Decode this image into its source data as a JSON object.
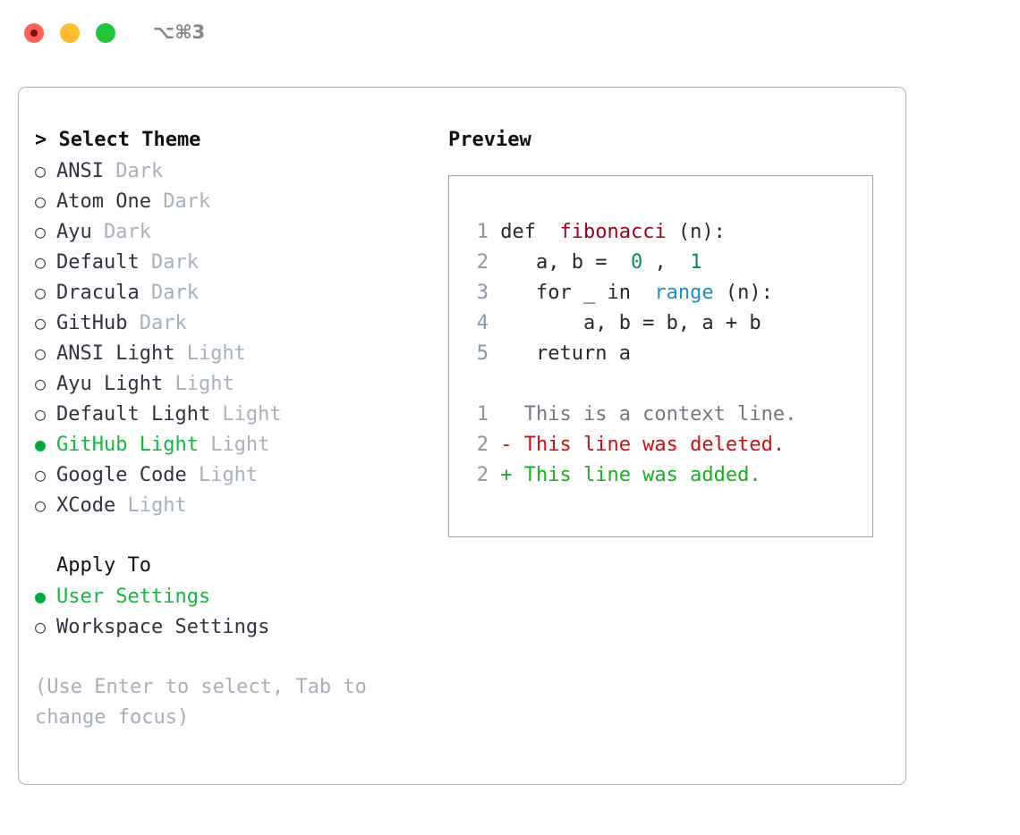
{
  "titlebar": {
    "shortcut": "⌥⌘3",
    "buttons": [
      {
        "name": "close",
        "color": "#ff6159"
      },
      {
        "name": "minimize",
        "color": "#febc2e"
      },
      {
        "name": "maximize",
        "color": "#22c43c"
      }
    ]
  },
  "theme_picker": {
    "header": "> Select Theme",
    "marker_selected": "●",
    "marker_unselected": "○",
    "items": [
      {
        "name": "ANSI",
        "variant": "Dark",
        "selected": false
      },
      {
        "name": "Atom One",
        "variant": "Dark",
        "selected": false
      },
      {
        "name": "Ayu",
        "variant": "Dark",
        "selected": false
      },
      {
        "name": "Default",
        "variant": "Dark",
        "selected": false
      },
      {
        "name": "Dracula",
        "variant": "Dark",
        "selected": false
      },
      {
        "name": "GitHub",
        "variant": "Dark",
        "selected": false
      },
      {
        "name": "ANSI Light",
        "variant": "Light",
        "selected": false
      },
      {
        "name": "Ayu Light",
        "variant": "Light",
        "selected": false
      },
      {
        "name": "Default Light",
        "variant": "Light",
        "selected": false
      },
      {
        "name": "GitHub Light",
        "variant": "Light",
        "selected": true
      },
      {
        "name": "Google Code",
        "variant": "Light",
        "selected": false
      },
      {
        "name": "XCode",
        "variant": "Light",
        "selected": false
      }
    ]
  },
  "apply_to": {
    "header": "Apply To",
    "options": [
      {
        "label": "User Settings",
        "selected": true
      },
      {
        "label": "Workspace Settings",
        "selected": false
      }
    ]
  },
  "hint": "(Use Enter to select, Tab to change focus)",
  "preview": {
    "header": "Preview",
    "code_lines": [
      {
        "no": "1",
        "tokens": [
          {
            "t": "def ",
            "c": "codetxt"
          },
          {
            "t": "fibonacci",
            "c": "k-fn"
          },
          {
            "t": "(n):",
            "c": "codetxt"
          }
        ]
      },
      {
        "no": "2",
        "tokens": [
          {
            "t": "    a, b = ",
            "c": "codetxt"
          },
          {
            "t": "0",
            "c": "k-num"
          },
          {
            "t": ", ",
            "c": "codetxt"
          },
          {
            "t": "1",
            "c": "k-num"
          }
        ]
      },
      {
        "no": "3",
        "tokens": [
          {
            "t": "    for _ in ",
            "c": "codetxt"
          },
          {
            "t": "range",
            "c": "k-bi"
          },
          {
            "t": "(n):",
            "c": "codetxt"
          }
        ]
      },
      {
        "no": "4",
        "tokens": [
          {
            "t": "        a, b = b, a + b",
            "c": "codetxt"
          }
        ]
      },
      {
        "no": "5",
        "tokens": [
          {
            "t": "    return a",
            "c": "codetxt"
          }
        ]
      }
    ],
    "diff_lines": [
      {
        "no": "1",
        "text": "   This is a context line.",
        "cls": "diff-ctx"
      },
      {
        "no": "2",
        "text": " - This line was deleted.",
        "cls": "diff-del"
      },
      {
        "no": "2",
        "text": " + This line was added.",
        "cls": "diff-add"
      }
    ]
  },
  "colors": {
    "accent_green": "#14b83f",
    "muted": "#a7b0bd",
    "border": "#a9b3c0",
    "diff_add": "#16b021",
    "diff_del": "#cf0f0f"
  }
}
